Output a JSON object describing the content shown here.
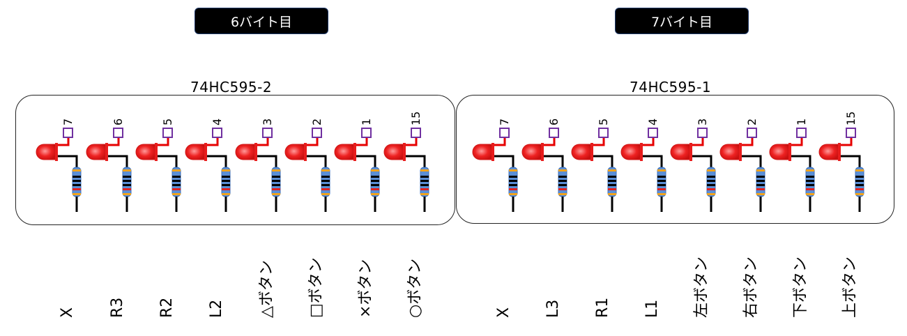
{
  "headers": [
    {
      "label": "6バイト目"
    },
    {
      "label": "7バイト目"
    }
  ],
  "chips": [
    {
      "title": "74HC595-2",
      "pins": [
        "7",
        "6",
        "5",
        "4",
        "3",
        "2",
        "1",
        "15"
      ],
      "buttons": [
        "X",
        "R3",
        "R2",
        "L2",
        "△ボタン",
        "□ボタン",
        "×ボタン",
        "○ボタン"
      ]
    },
    {
      "title": "74HC595-1",
      "pins": [
        "7",
        "6",
        "5",
        "4",
        "3",
        "2",
        "1",
        "15"
      ],
      "buttons": [
        "X",
        "L3",
        "R1",
        "L1",
        "左ボタン",
        "右ボタン",
        "下ボタン",
        "上ボタン"
      ]
    }
  ],
  "colors": {
    "led": "#ee2222",
    "led_highlight": "#ff9a9a",
    "anode_wire": "#e60000",
    "pin_box": "#7030a0",
    "resistor_body": "#5b8fd6",
    "band_orange": "#f2a31b",
    "band_red": "#e02020",
    "band_black": "#000000"
  }
}
